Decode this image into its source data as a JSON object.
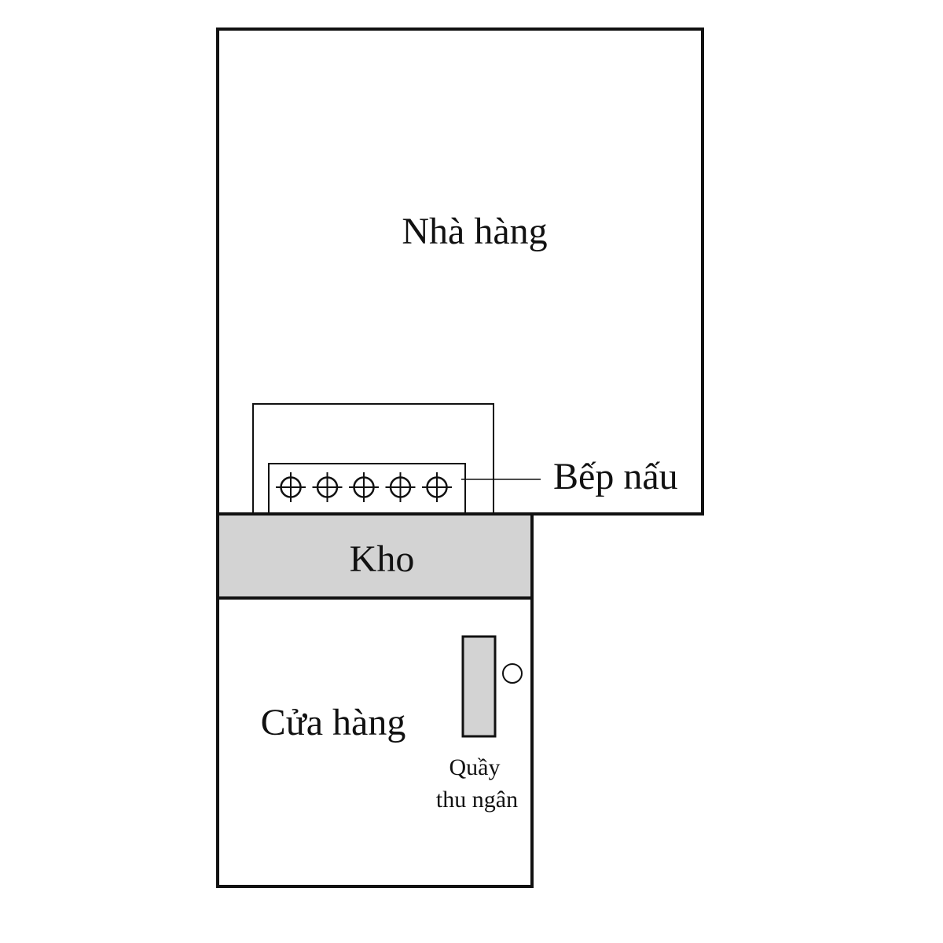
{
  "rooms": {
    "restaurant": "Nhà hàng",
    "kitchen": "Bếp nấu",
    "storage": "Kho",
    "shop": "Cửa hàng",
    "cashier_line1": "Quầy",
    "cashier_line2": "thu ngân"
  },
  "stove": {
    "burner_count": 5
  },
  "colors": {
    "line": "#111111",
    "background": "#ffffff",
    "storage_fill": "#d3d3d3",
    "counter_fill": "#d3d3d3"
  }
}
